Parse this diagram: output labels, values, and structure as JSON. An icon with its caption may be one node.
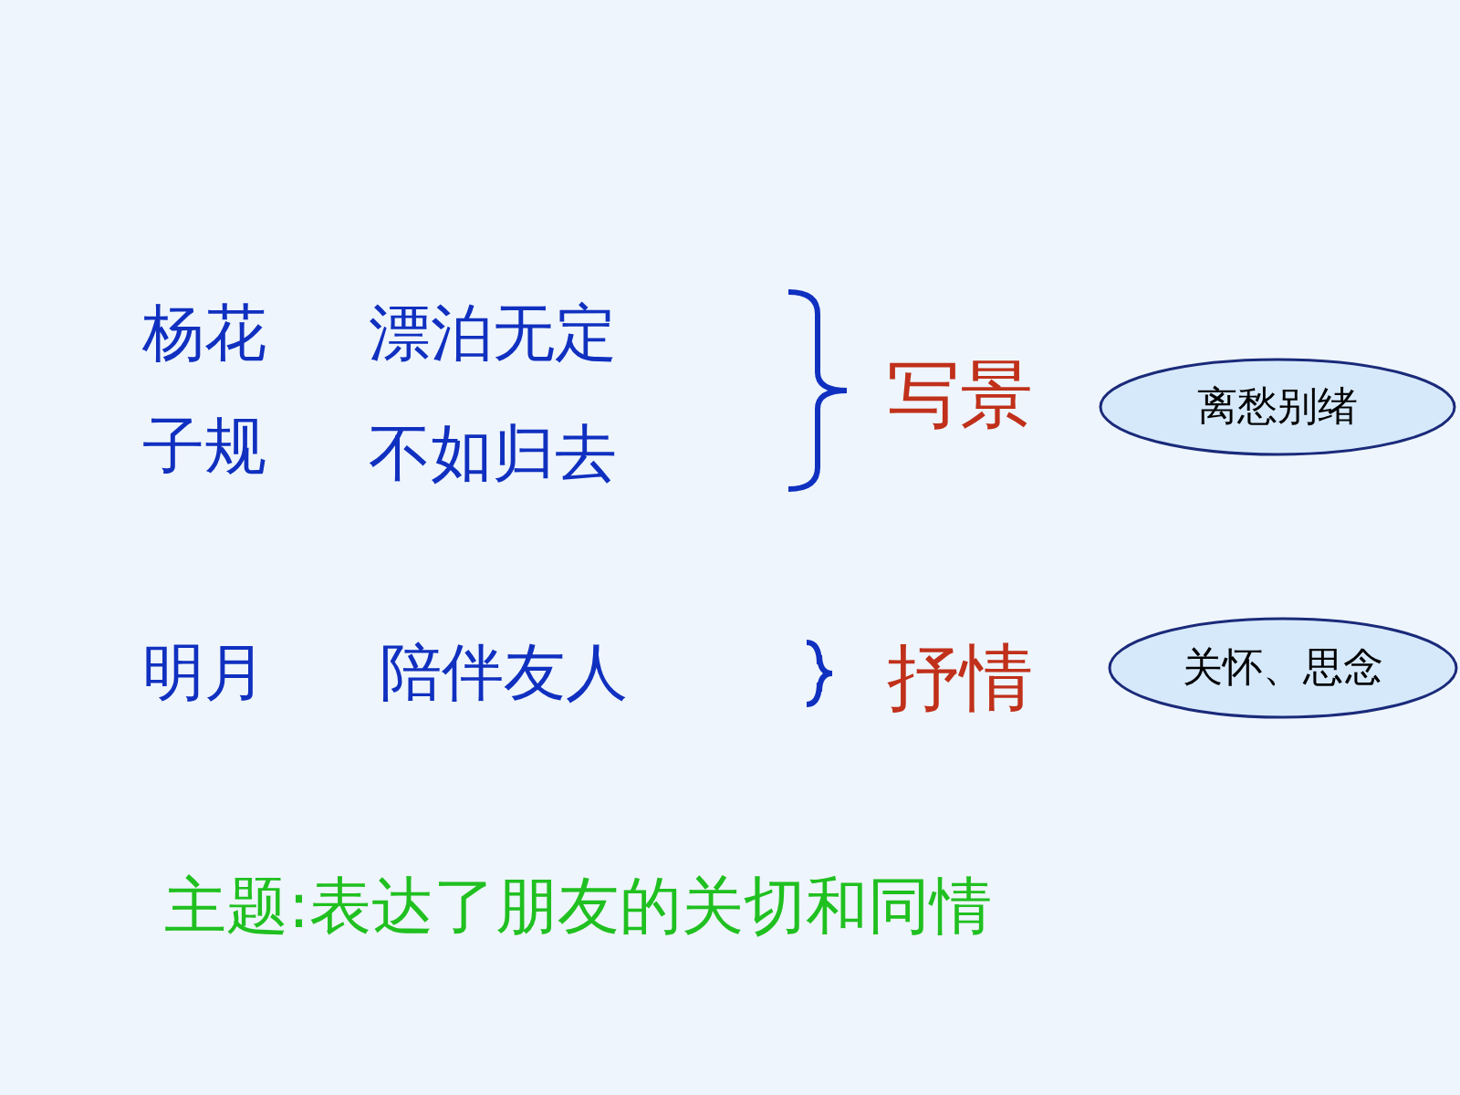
{
  "diagram": {
    "nodes": [
      {
        "text": [
          "离愁别绪"
        ]
      },
      {
        "text": [
          "关怀、思念"
        ]
      }
    ],
    "labels": [
      "杨花",
      "漂泊无定",
      "写景",
      "子规",
      "不如归去",
      "明月",
      "陪伴友人",
      "抒情",
      "主题:表达了朋友的关切和同情"
    ]
  }
}
